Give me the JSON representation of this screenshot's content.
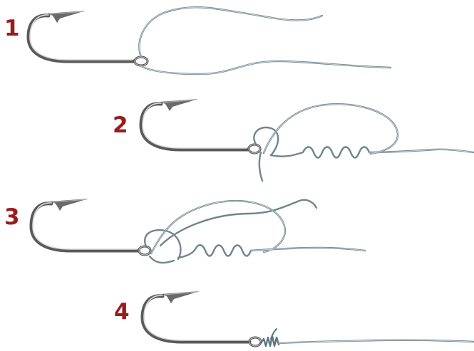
{
  "steps": [
    {
      "number": "1"
    },
    {
      "number": "2"
    },
    {
      "number": "3"
    },
    {
      "number": "4"
    }
  ],
  "colors": {
    "step_number": "#9b1b1b",
    "line_dark": "#6f8590",
    "line_light": "#c7d3d9",
    "hook_dark": "#4a4a4a",
    "hook_mid": "#8e8e8e",
    "hook_light": "#d4d4d4"
  },
  "icons": [
    "fishing-hook-icon",
    "fishing-line-icon"
  ]
}
